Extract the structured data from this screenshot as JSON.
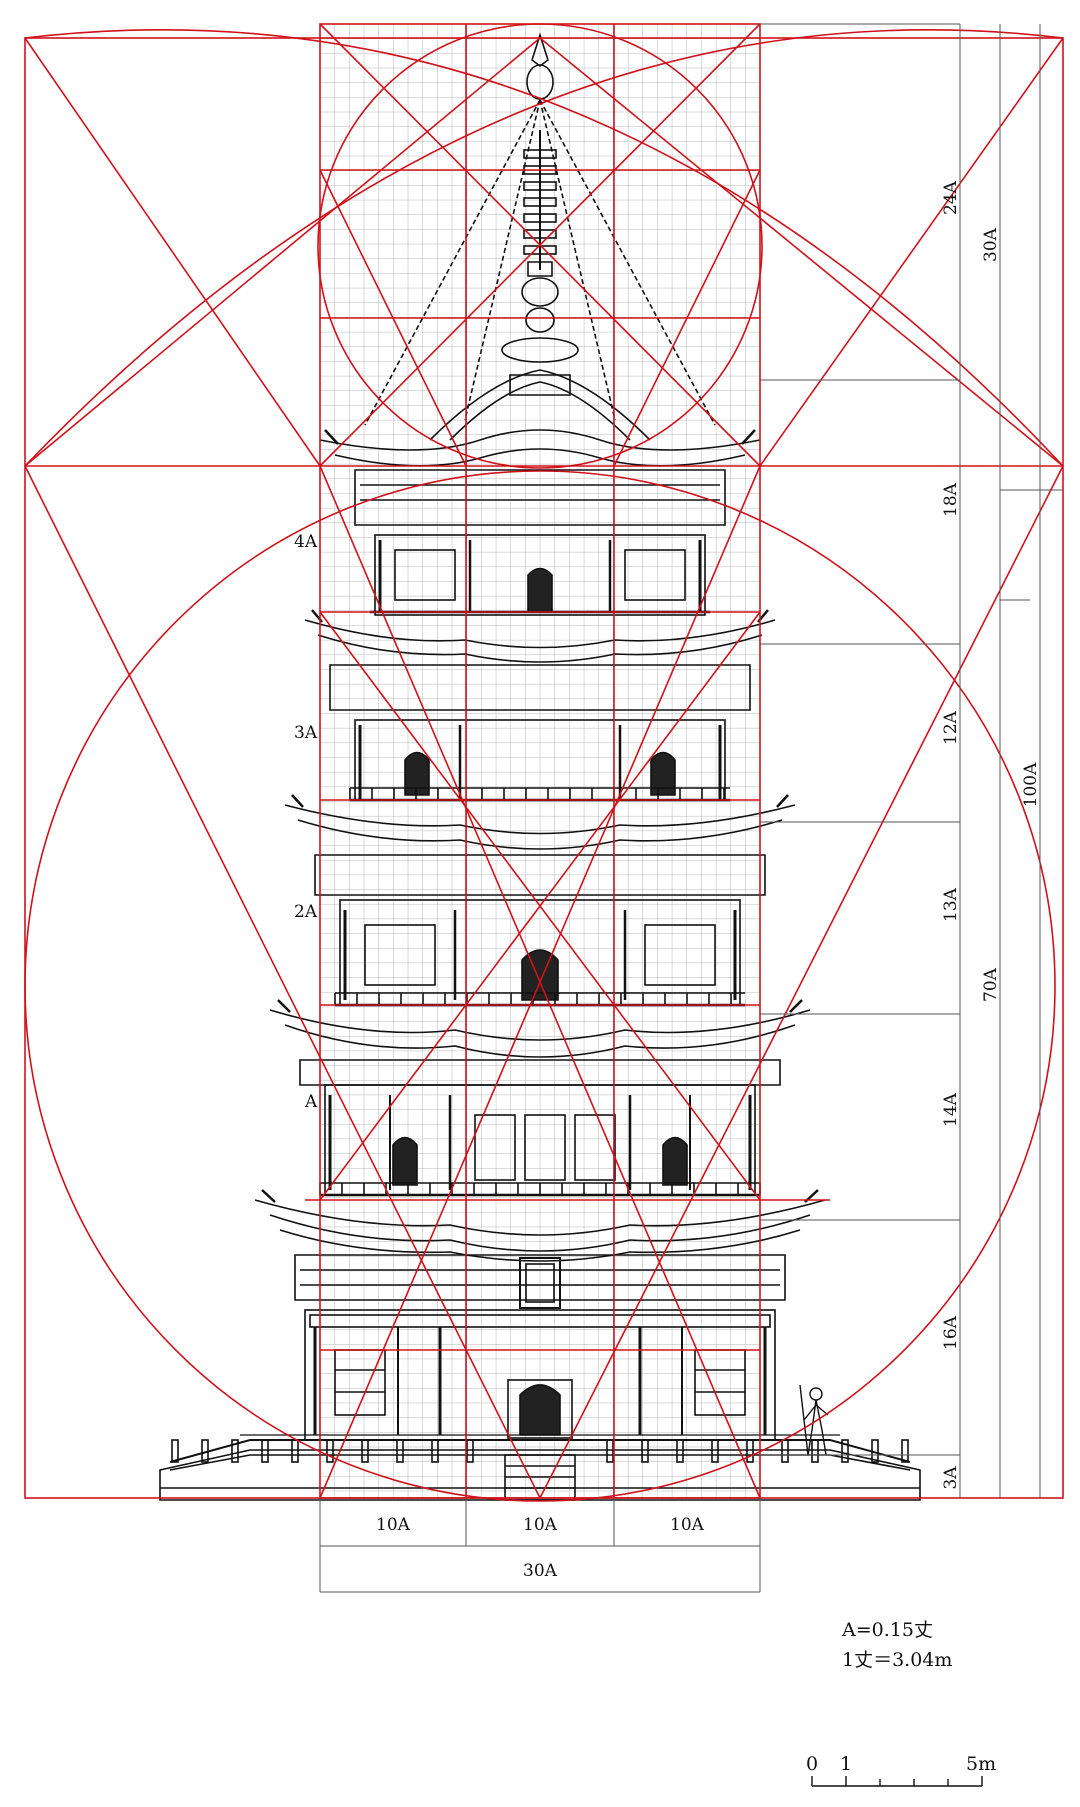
{
  "drawing": {
    "line_color": "#111111",
    "guide_color": "#d0121b",
    "background": "#ffffff"
  },
  "levels": {
    "a4": "4A",
    "a3": "3A",
    "a2": "2A",
    "a1": "A"
  },
  "dims_right": {
    "d24": "24A",
    "d18": "18A",
    "d12": "12A",
    "d13": "13A",
    "d14": "14A",
    "d16": "16A",
    "d3": "3A"
  },
  "dims_outer": {
    "d30": "30A",
    "d70": "70A",
    "d100": "100A"
  },
  "dims_bottom": {
    "b1": "10A",
    "b2": "10A",
    "b3": "10A",
    "total": "30A"
  },
  "legend": {
    "line1": "A=0.15丈",
    "line2": "1丈＝3.04m"
  },
  "scale": {
    "zero": "0",
    "one": "1",
    "five": "5m"
  }
}
